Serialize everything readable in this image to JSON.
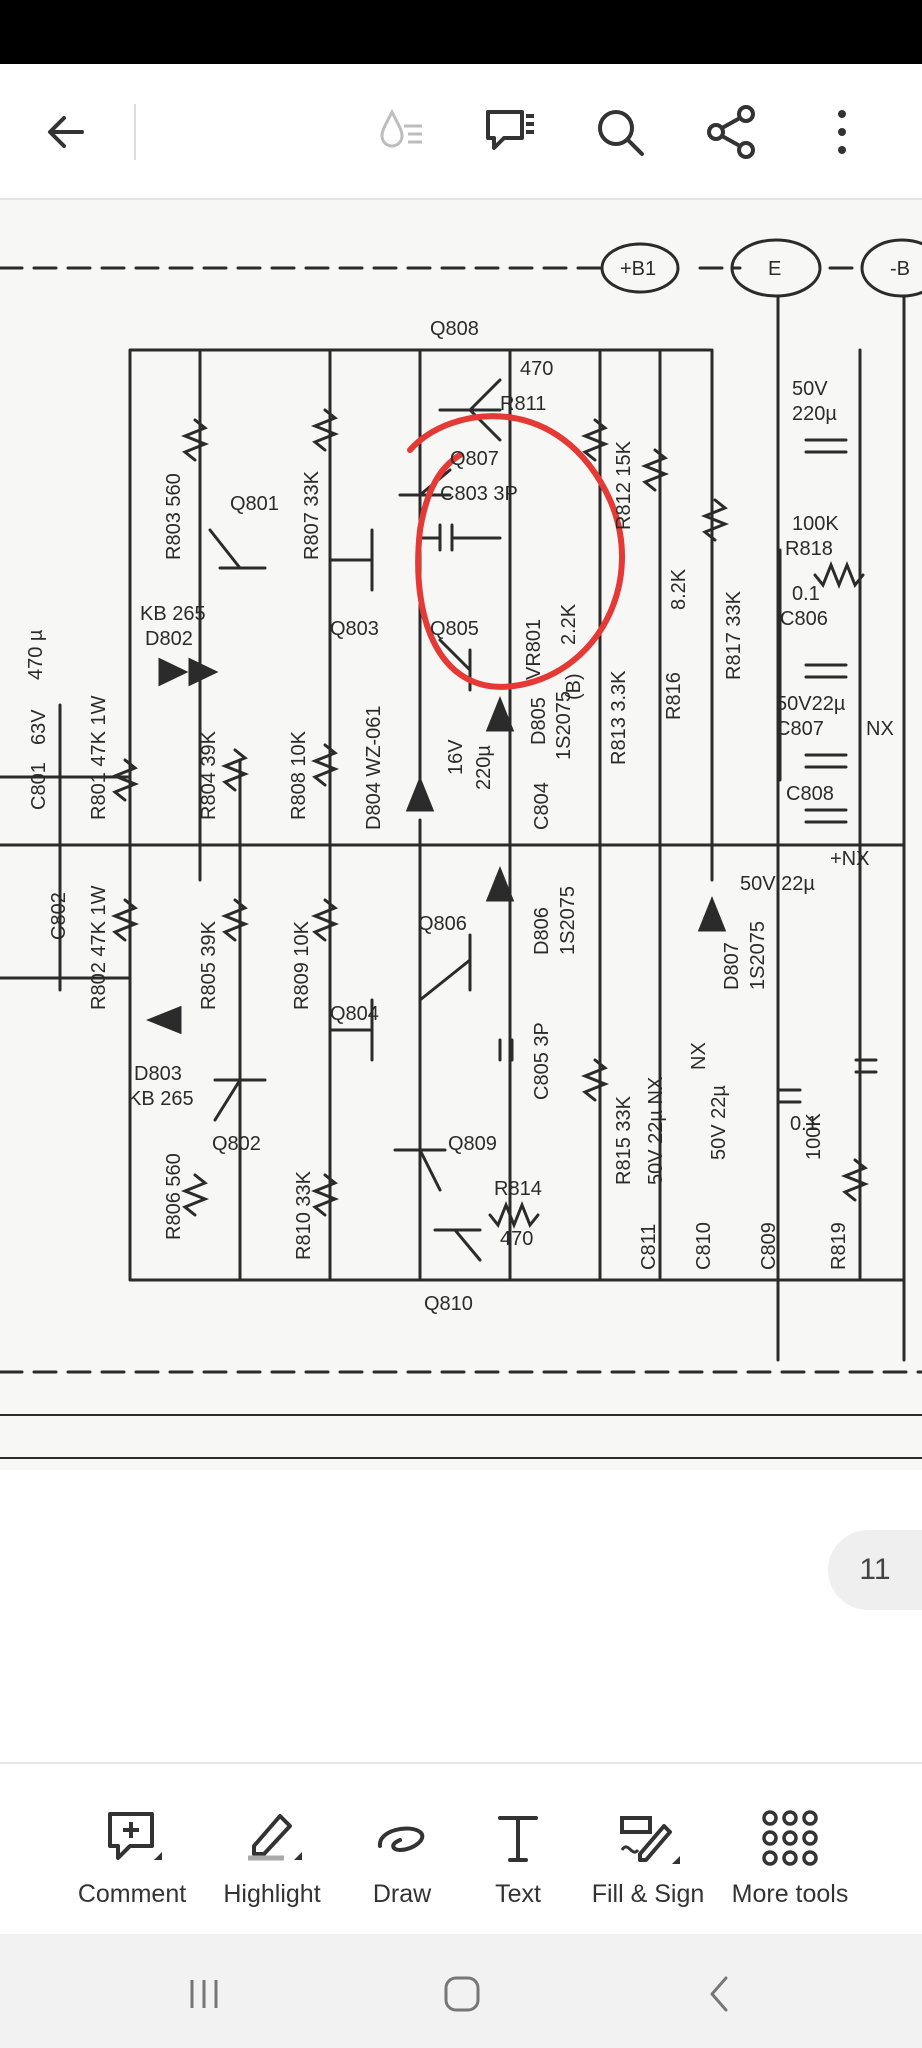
{
  "toolbar": {
    "comment": "Comment",
    "highlight": "Highlight",
    "draw": "Draw",
    "text": "Text",
    "fill_sign": "Fill & Sign",
    "more_tools": "More tools"
  },
  "page_number": "11",
  "icons": {
    "back": "back-arrow-icon",
    "reading_mode": "reading-mode-icon",
    "comments": "comments-icon",
    "search": "search-icon",
    "share": "share-icon",
    "more": "more-vertical-icon"
  },
  "schematic": {
    "rails": [
      "+B1",
      "E",
      "-B"
    ],
    "labels": [
      "Q808",
      "470",
      "R811",
      "Q807",
      "C803 3P",
      "R812 15K",
      "R803 560",
      "Q801",
      "R807 33K",
      "50V",
      "220µ",
      "100K",
      "R818",
      "0.1",
      "C806",
      "50V22µ",
      "C807",
      "NX",
      "VR801",
      "2.2K",
      "(B)",
      "8.2K",
      "R817 33K",
      "R816",
      "KB 265",
      "D802",
      "Q803",
      "Q805",
      "470 µ",
      "63V",
      "C801",
      "R801 47K 1W",
      "R804 39K",
      "R808 10K",
      "D804 WZ-061",
      "16V",
      "220µ",
      "C804",
      "D805",
      "1S2075",
      "R813 3.3K",
      "C808",
      "+NX",
      "50V 22µ",
      "C802",
      "R802 47K 1W",
      "R805 39K",
      "R809 10K",
      "Q806",
      "D806",
      "1S2075",
      "D807",
      "1S2075",
      "D803",
      "KB 265",
      "Q804",
      "C805 3P",
      "Q802",
      "R815 33K",
      "50V 22µ NX",
      "NX",
      "50V 22µ",
      "0.1",
      "100K",
      "Q809",
      "R814",
      "470",
      "R806 560",
      "R810 33K",
      "C811",
      "C810",
      "C809",
      "R819",
      "Q810"
    ]
  },
  "colors": {
    "annotation": "#e53935",
    "ink": "#2b2b2b",
    "accent": "#333333"
  }
}
